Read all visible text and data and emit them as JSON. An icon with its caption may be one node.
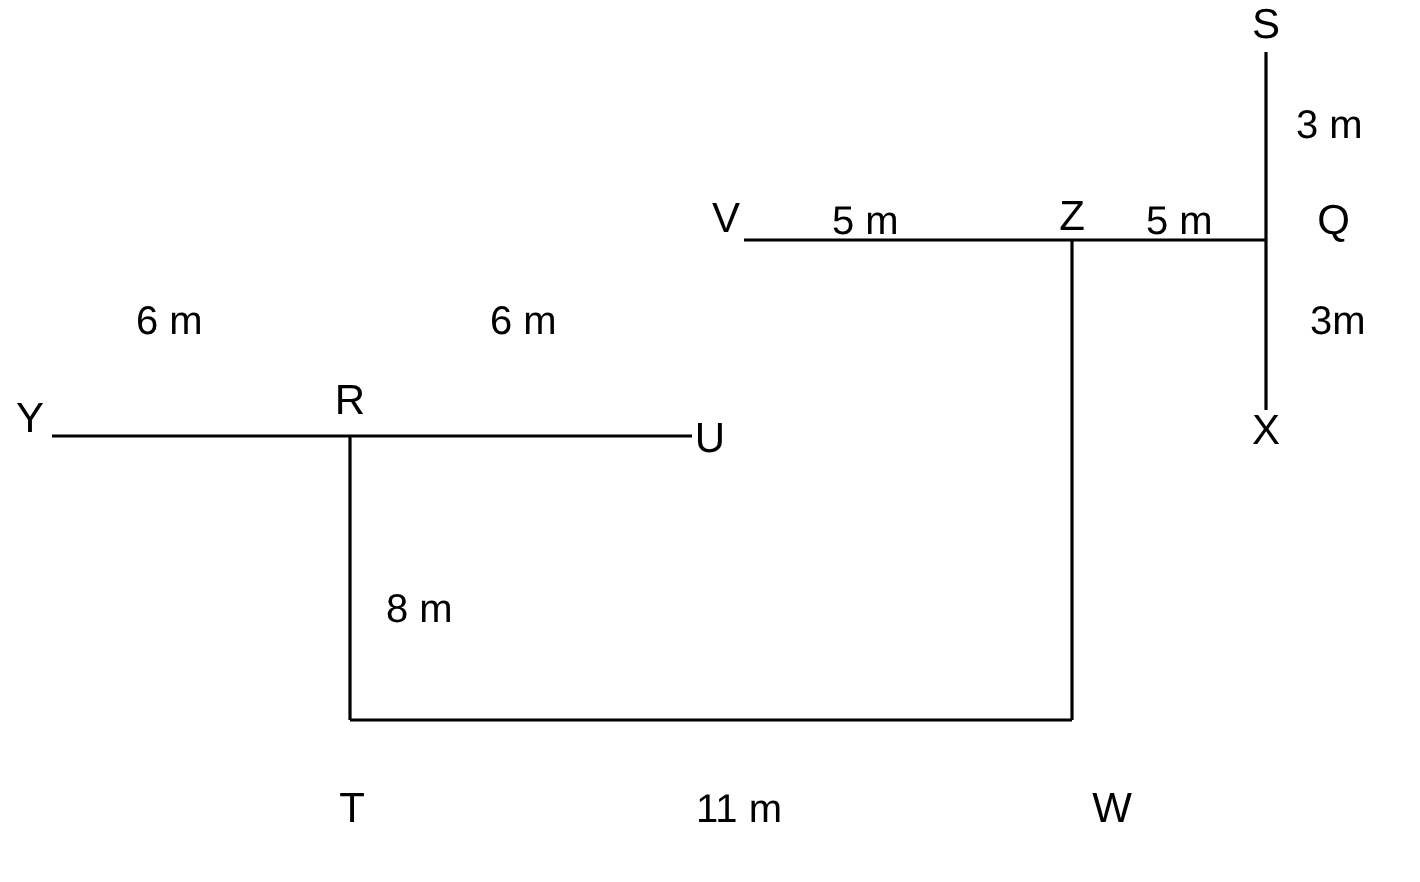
{
  "diagram": {
    "nodes": [
      {
        "text": [
          "S"
        ]
      },
      {
        "text": [
          "V"
        ]
      },
      {
        "text": [
          "Z"
        ]
      },
      {
        "text": [
          "Q"
        ]
      },
      {
        "text": [
          "Y"
        ]
      },
      {
        "text": [
          "R"
        ]
      },
      {
        "text": [
          "U"
        ]
      },
      {
        "text": [
          "X"
        ]
      },
      {
        "text": [
          "T"
        ]
      },
      {
        "text": [
          "W"
        ]
      }
    ],
    "edges": [
      {
        "from": 1,
        "to": 2,
        "arrow": "none",
        "label": "5 m"
      },
      {
        "from": 2,
        "to": 3,
        "arrow": "none",
        "label": "5 m"
      },
      {
        "from": 0,
        "to": 3,
        "arrow": "none",
        "label": "3 m"
      },
      {
        "from": 3,
        "to": 7,
        "arrow": "none",
        "label": "3m"
      },
      {
        "from": 4,
        "to": 5,
        "arrow": "none",
        "label": "6 m"
      },
      {
        "from": 5,
        "to": 6,
        "arrow": "none",
        "label": "6 m"
      },
      {
        "from": 5,
        "to": 8,
        "arrow": "none",
        "label": "8 m"
      },
      {
        "from": 8,
        "to": 9,
        "arrow": "none",
        "label": "11 m"
      },
      {
        "from": 2,
        "to": 9,
        "arrow": "none"
      }
    ]
  }
}
